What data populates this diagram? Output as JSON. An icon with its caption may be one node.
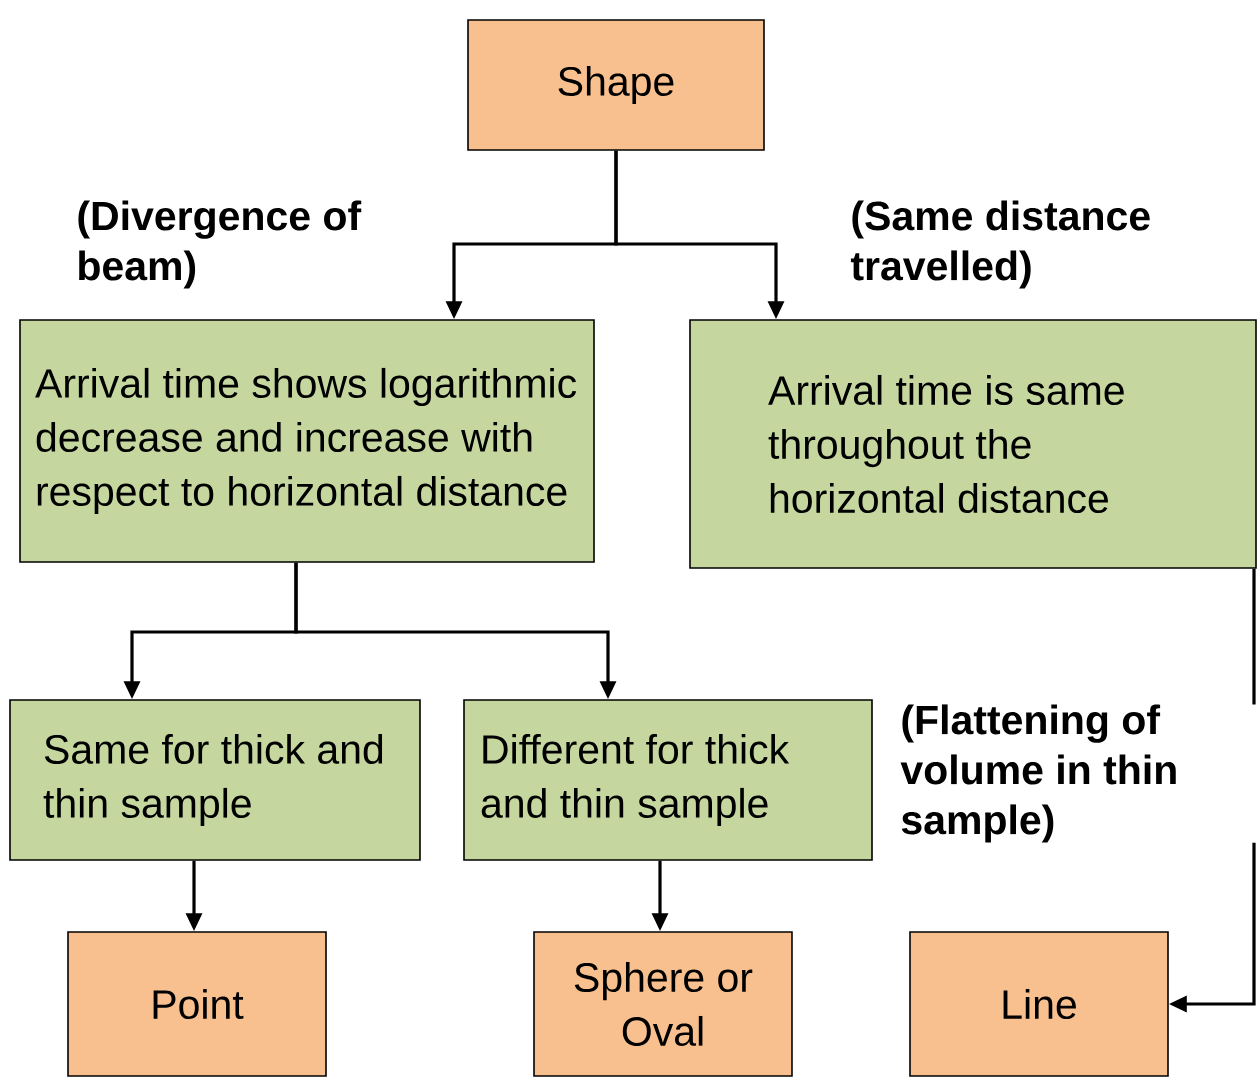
{
  "diagram": {
    "nodes": [
      {
        "text": [
          "Shape"
        ]
      },
      {
        "text": [
          "Arrival time shows logarithmic decrease and increase with respect to horizontal distance"
        ]
      },
      {
        "text": [
          "Arrival time is same throughout the horizontal distance"
        ]
      },
      {
        "text": [
          "Same for thick and thin sample"
        ]
      },
      {
        "text": [
          "Different for thick and thin sample"
        ]
      },
      {
        "text": [
          "Point"
        ]
      },
      {
        "text": [
          "Sphere or Oval"
        ]
      },
      {
        "text": [
          "Line"
        ]
      }
    ],
    "edges": [
      {
        "from": 0,
        "to": 1,
        "arrow": "to",
        "label": "(Divergence of beam)"
      },
      {
        "from": 0,
        "to": 2,
        "arrow": "to",
        "label": "(Same distance travelled)"
      },
      {
        "from": 1,
        "to": 3,
        "arrow": "to"
      },
      {
        "from": 1,
        "to": 4,
        "arrow": "to"
      },
      {
        "from": 3,
        "to": 5,
        "arrow": "to"
      },
      {
        "from": 4,
        "to": 6,
        "arrow": "to"
      },
      {
        "from": 2,
        "to": 7,
        "arrow": "to",
        "label": "(Flattening of volume in thin sample)"
      }
    ]
  }
}
